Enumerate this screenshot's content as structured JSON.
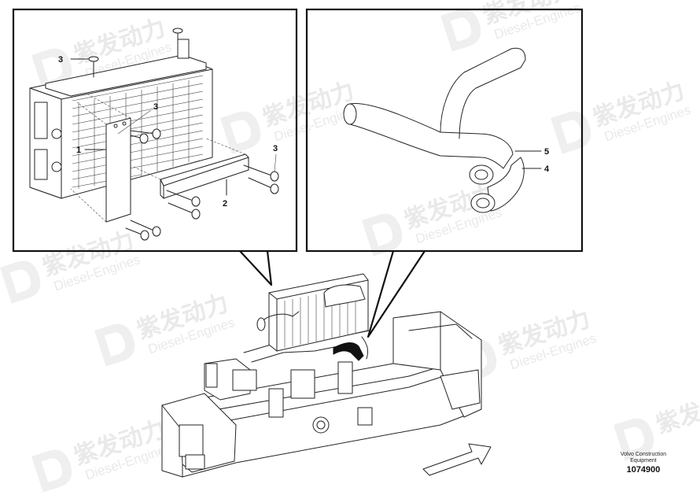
{
  "watermark": {
    "cn": "紫发动力",
    "en": "Diesel-Engines"
  },
  "callouts_left": {
    "screw_top": "3",
    "screw_mid": "3",
    "screw_right": "3",
    "side_plate": "1",
    "bottom_plate": "2"
  },
  "callouts_right": {
    "hose_upper": "5",
    "hose_lower": "4"
  },
  "footer": {
    "maker": "Volvo Construction",
    "maker_sub": "Equipment",
    "drawing_number": "1074900"
  }
}
